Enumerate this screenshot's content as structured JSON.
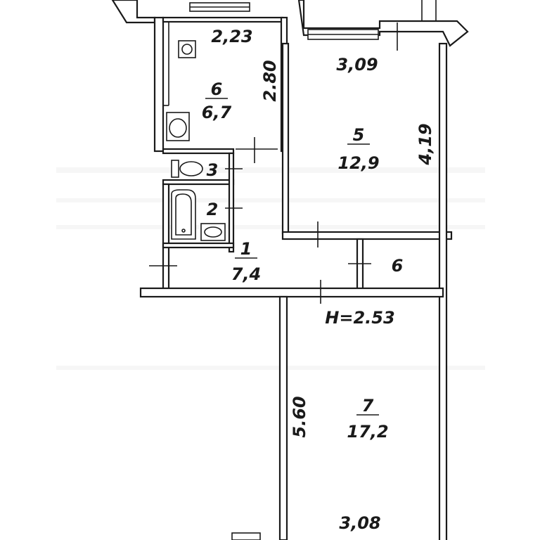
{
  "plan": {
    "ceiling_height": "H=2.53",
    "rooms": [
      {
        "id": "1",
        "number": "1",
        "area": "7,4"
      },
      {
        "id": "2",
        "number": "2"
      },
      {
        "id": "3",
        "number": "3"
      },
      {
        "id": "5",
        "number": "5",
        "area": "12,9"
      },
      {
        "id": "6",
        "number": "6",
        "area": "6,7"
      },
      {
        "id": "6-small",
        "number": "6"
      },
      {
        "id": "7",
        "number": "7",
        "area": "17,2"
      }
    ],
    "dimensions": {
      "kitchen_width": "2,23",
      "kitchen_depth": "2.80",
      "room5_width": "3,09",
      "room5_depth": "4,19",
      "room7_depth": "5.60",
      "room7_width": "3,08"
    }
  }
}
